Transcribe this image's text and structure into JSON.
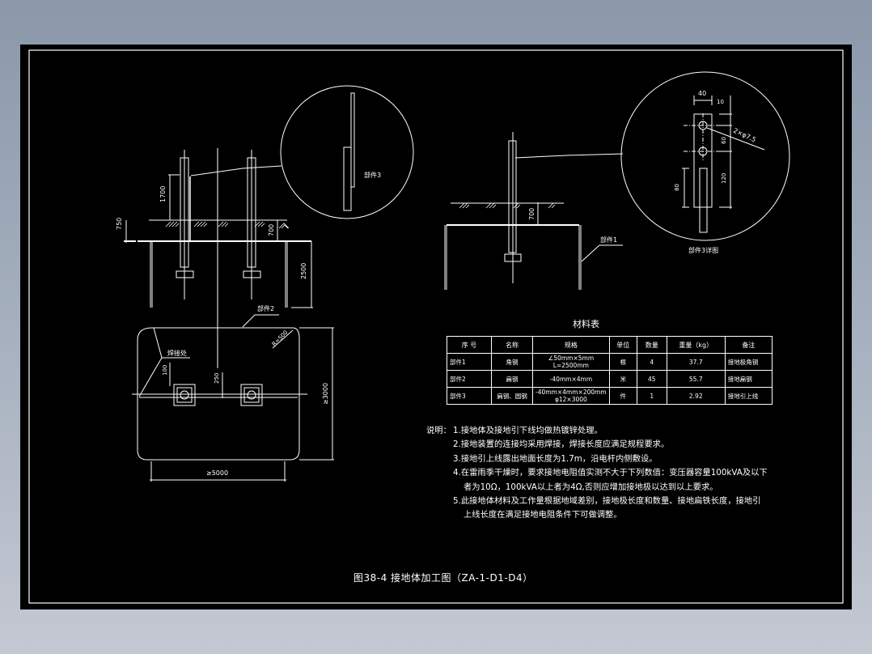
{
  "drawing": {
    "figure_caption": "图38-4 接地体加工图（ZA-1-D1-D4）",
    "colors": {
      "background": "#8a98aa",
      "sheet": "#000000",
      "lines": "#ffffff"
    },
    "elevation_left": {
      "dims": {
        "above_ground": "1700",
        "trench_depth_left": "750",
        "trench_depth_inner": "700",
        "electrode_length": "2500"
      },
      "labels": {
        "part2": "部件2"
      }
    },
    "detail_circle_left": {
      "label": "部件3"
    },
    "elevation_right": {
      "dims": {
        "trench_depth": "700"
      },
      "labels": {
        "part1": "部件1"
      }
    },
    "detail_circle_right": {
      "caption": "部件3详图",
      "dims": {
        "width": "40",
        "top_offset": "10",
        "hole_spacing": "60",
        "holes": "2×φ7.5",
        "lap_length": "80",
        "strip_length": "120"
      }
    },
    "plan_view": {
      "dims": {
        "radius": "R=500",
        "offset_1": "100",
        "offset_2": "250",
        "length_min": "≥5000",
        "width_min": "≥3000"
      },
      "labels": {
        "part2": "部件2",
        "weld": "焊接处"
      }
    },
    "materials_table": {
      "title": "材料表",
      "headers": [
        "序 号",
        "名称",
        "规格",
        "单位",
        "数量",
        "重量（kg）",
        "备注"
      ],
      "rows": [
        [
          "部件1",
          "角钢",
          "∠50mm×5mm L=2500mm",
          "根",
          "4",
          "37.7",
          "接地极角钢"
        ],
        [
          "部件2",
          "扁钢",
          "-40mm×4mm",
          "米",
          "45",
          "55.7",
          "接地扁钢"
        ],
        [
          "部件3",
          "扁钢、圆钢",
          "-40mm×4mm×200mm\nφ12×3000",
          "件",
          "1",
          "2.92",
          "接地引上线"
        ]
      ]
    },
    "notes": {
      "label": "说明：",
      "items": [
        "1.接地体及接地引下线均做热镀锌处理。",
        "2.接地装置的连接均采用焊接，焊接长度应满足规程要求。",
        "3.接地引上线露出地面长度为1.7m，沿电杆内侧敷设。",
        "4.在雷雨季干燥时，要求接地电阻值实测不大于下列数值：变压器容量100kVA及以下",
        "者为10Ω，100kVA以上者为4Ω,否则应增加接地极以达到以上要求。",
        "5.此接地体材料及工作量根据地域差别，接地极长度和数量、接地扁铁长度，接地引",
        "上线长度在满足接地电阻条件下可做调整。"
      ]
    }
  }
}
